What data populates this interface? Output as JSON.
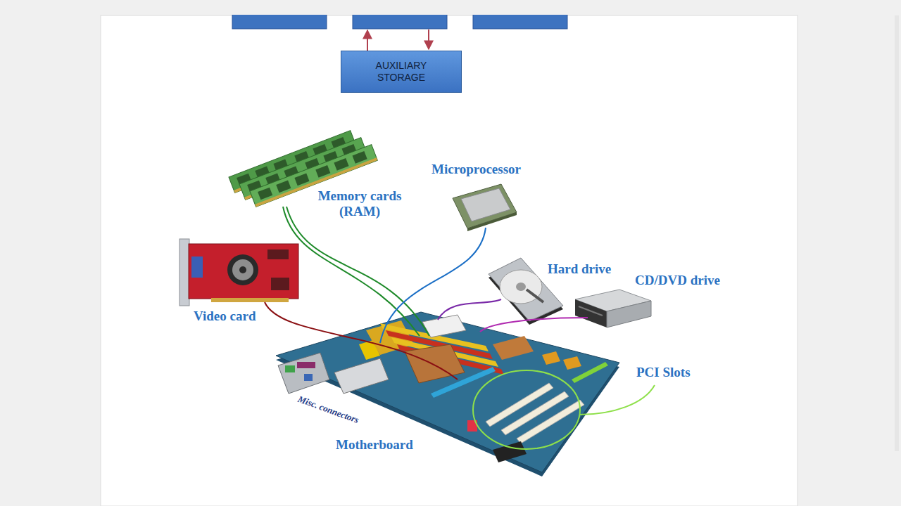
{
  "diagram": {
    "nodes": [
      {
        "text": [
          "AUXILIARY STORAGE"
        ]
      }
    ],
    "labels": [
      "Memory cards (RAM)",
      "Microprocessor",
      "Hard drive",
      "CD/DVD drive",
      "Video card",
      "PCI Slots",
      "Misc. connectors",
      "Motherboard"
    ]
  }
}
